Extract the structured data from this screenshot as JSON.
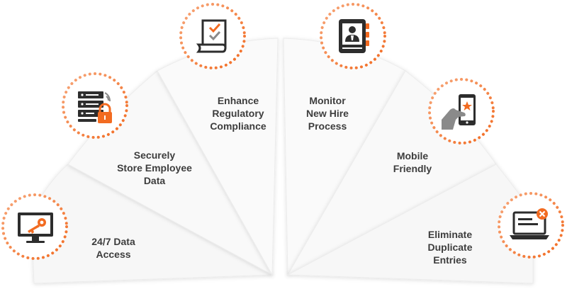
{
  "features": [
    {
      "id": "access",
      "icon": "monitor-key-icon",
      "lines": [
        "24/7 Data",
        "Access"
      ]
    },
    {
      "id": "secure",
      "icon": "server-lock-icon",
      "lines": [
        "Securely",
        "Store Employee",
        "Data"
      ]
    },
    {
      "id": "compliance",
      "icon": "checklist-document-icon",
      "lines": [
        "Enhance",
        "Regulatory",
        "Compliance"
      ]
    },
    {
      "id": "monitor",
      "icon": "employee-directory-icon",
      "lines": [
        "Monitor",
        "New Hire",
        "Process"
      ]
    },
    {
      "id": "mobile",
      "icon": "mobile-hand-star-icon",
      "lines": [
        "Mobile",
        "Friendly"
      ]
    },
    {
      "id": "duplicates",
      "icon": "laptop-remove-icon",
      "lines": [
        "Eliminate",
        "Duplicate",
        "Entries"
      ]
    }
  ],
  "colors": {
    "accent": "#f26b21",
    "accent_light": "#f7a77a",
    "dark": "#2d2d2d",
    "gray": "#8a8a8a",
    "text": "#3d3d3d"
  }
}
